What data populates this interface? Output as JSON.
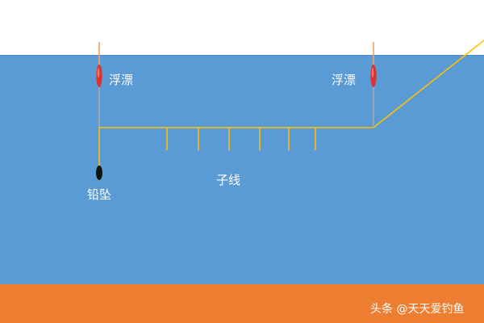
{
  "diagram": {
    "labels": {
      "float_left": "浮漂",
      "float_right": "浮漂",
      "sinker": "铅坠",
      "branch_line": "子线"
    },
    "watermark": "头条 @天天爱钓鱼",
    "colors": {
      "sky": "#ffffff",
      "water": "#5b9bd5",
      "water_border": "#4a86bd",
      "lakebed": "#ed7d31",
      "line": "#ffc000",
      "float_body": "#e0312b",
      "sinker": "#111111",
      "label_text": "#ffffff"
    },
    "icons": [
      "float-icon",
      "sinker-icon"
    ]
  }
}
